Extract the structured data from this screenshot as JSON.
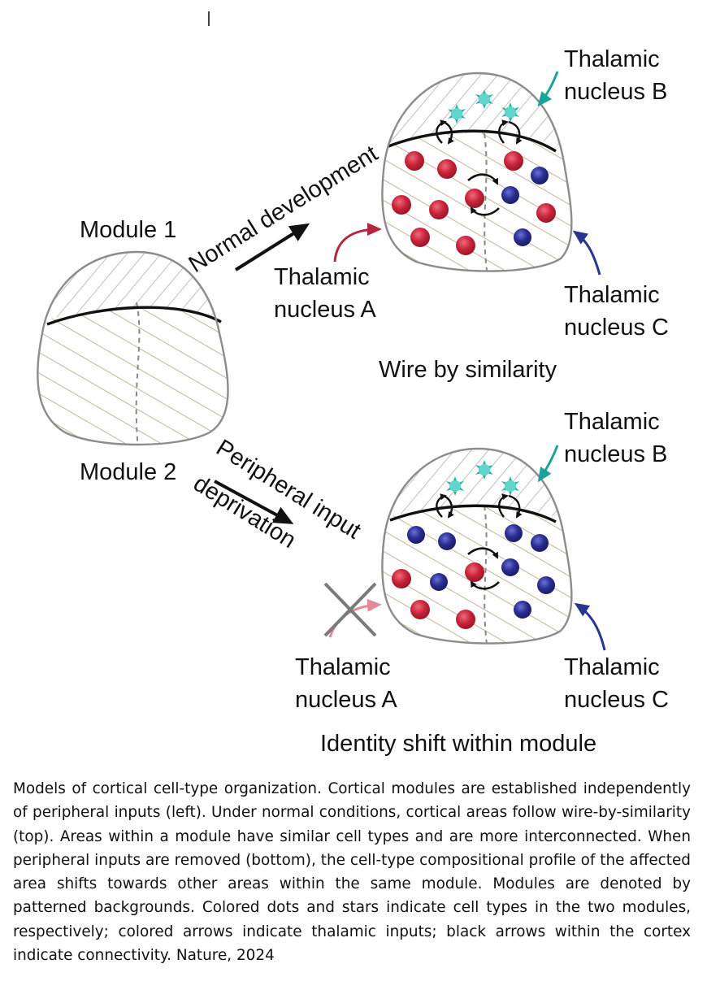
{
  "modules": {
    "module1_label": "Module 1",
    "module2_label": "Module 2"
  },
  "paths": {
    "normal": "Normal development",
    "deprivation_line1": "Peripheral input",
    "deprivation_line2": "deprivation"
  },
  "thalamic": {
    "top_A_line1": "Thalamic",
    "top_A_line2": "nucleus A",
    "top_B_line1": "Thalamic",
    "top_B_line2": "nucleus B",
    "top_C_line1": "Thalamic",
    "top_C_line2": "nucleus C",
    "bot_A_line1": "Thalamic",
    "bot_A_line2": "nucleus A",
    "bot_B_line1": "Thalamic",
    "bot_B_line2": "nucleus B",
    "bot_C_line1": "Thalamic",
    "bot_C_line2": "nucleus C"
  },
  "outcomes": {
    "top": "Wire by similarity",
    "bottom": "Identity shift within module"
  },
  "caption": {
    "text": "Models of cortical cell-type organization. Cortical modules are established independently of peripheral inputs (left). Under normal conditions, cortical areas follow wire-by-similarity (top). Areas within a module have similar cell types and are more interconnected. When peripheral inputs are removed (bottom), the cell-type compositional profile of the affected area shifts towards other areas within the same module. Modules are denoted by patterned backgrounds. Colored dots and stars indicate cell types in the two modules, respectively; colored arrows indicate thalamic inputs; black arrows within the cortex indicate connectivity.",
    "source": "Nature, 2024"
  },
  "colors": {
    "red_cell": "#c8243a",
    "blue_cell": "#2a2d8f",
    "teal_star": "#2ab0a5",
    "thalamic_A_arrow": "#b5283c",
    "thalamic_A_arrow_faded": "#e3899a",
    "thalamic_B_arrow": "#1aa398",
    "thalamic_C_arrow": "#2a3590",
    "hatch_upper": "#b0b0b0",
    "hatch_lower": "#c8b49a",
    "outline": "#8c8c8c"
  },
  "icons": {
    "cell_dot": "cell-dot",
    "cell_star": "cell-star",
    "connectivity": "curved-arrow-icon",
    "blocked": "cross-icon"
  }
}
